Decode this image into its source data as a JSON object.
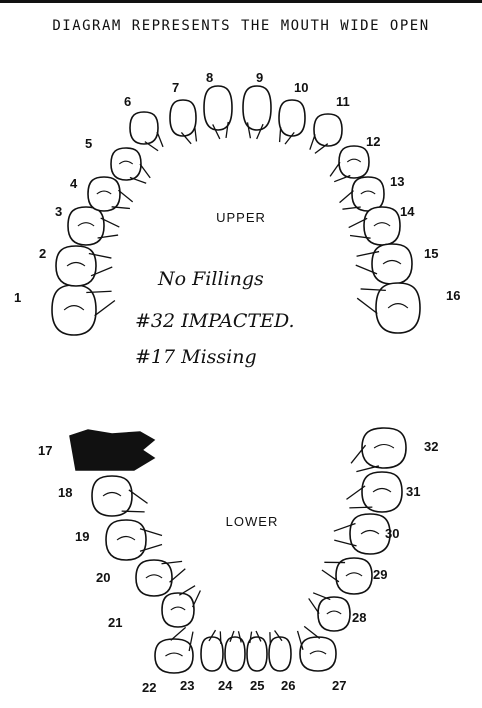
{
  "title": "DIAGRAM REPRESENTS THE MOUTH WIDE OPEN",
  "upper_label": "UPPER",
  "lower_label": "LOWER",
  "notes": [
    "No Fillings",
    "#32 IMPACTED.",
    "#17 Missing"
  ],
  "ink_color": "#111111",
  "upper_teeth": [
    {
      "num": "1"
    },
    {
      "num": "2"
    },
    {
      "num": "3"
    },
    {
      "num": "4"
    },
    {
      "num": "5"
    },
    {
      "num": "6"
    },
    {
      "num": "7"
    },
    {
      "num": "8"
    },
    {
      "num": "9"
    },
    {
      "num": "10"
    },
    {
      "num": "11"
    },
    {
      "num": "12"
    },
    {
      "num": "13"
    },
    {
      "num": "14"
    },
    {
      "num": "15"
    },
    {
      "num": "16"
    }
  ],
  "lower_teeth": [
    {
      "num": "17",
      "status": "missing"
    },
    {
      "num": "18"
    },
    {
      "num": "19"
    },
    {
      "num": "20"
    },
    {
      "num": "21"
    },
    {
      "num": "22"
    },
    {
      "num": "23"
    },
    {
      "num": "24"
    },
    {
      "num": "25"
    },
    {
      "num": "26"
    },
    {
      "num": "27"
    },
    {
      "num": "28"
    },
    {
      "num": "29"
    },
    {
      "num": "30"
    },
    {
      "num": "31"
    },
    {
      "num": "32"
    }
  ]
}
